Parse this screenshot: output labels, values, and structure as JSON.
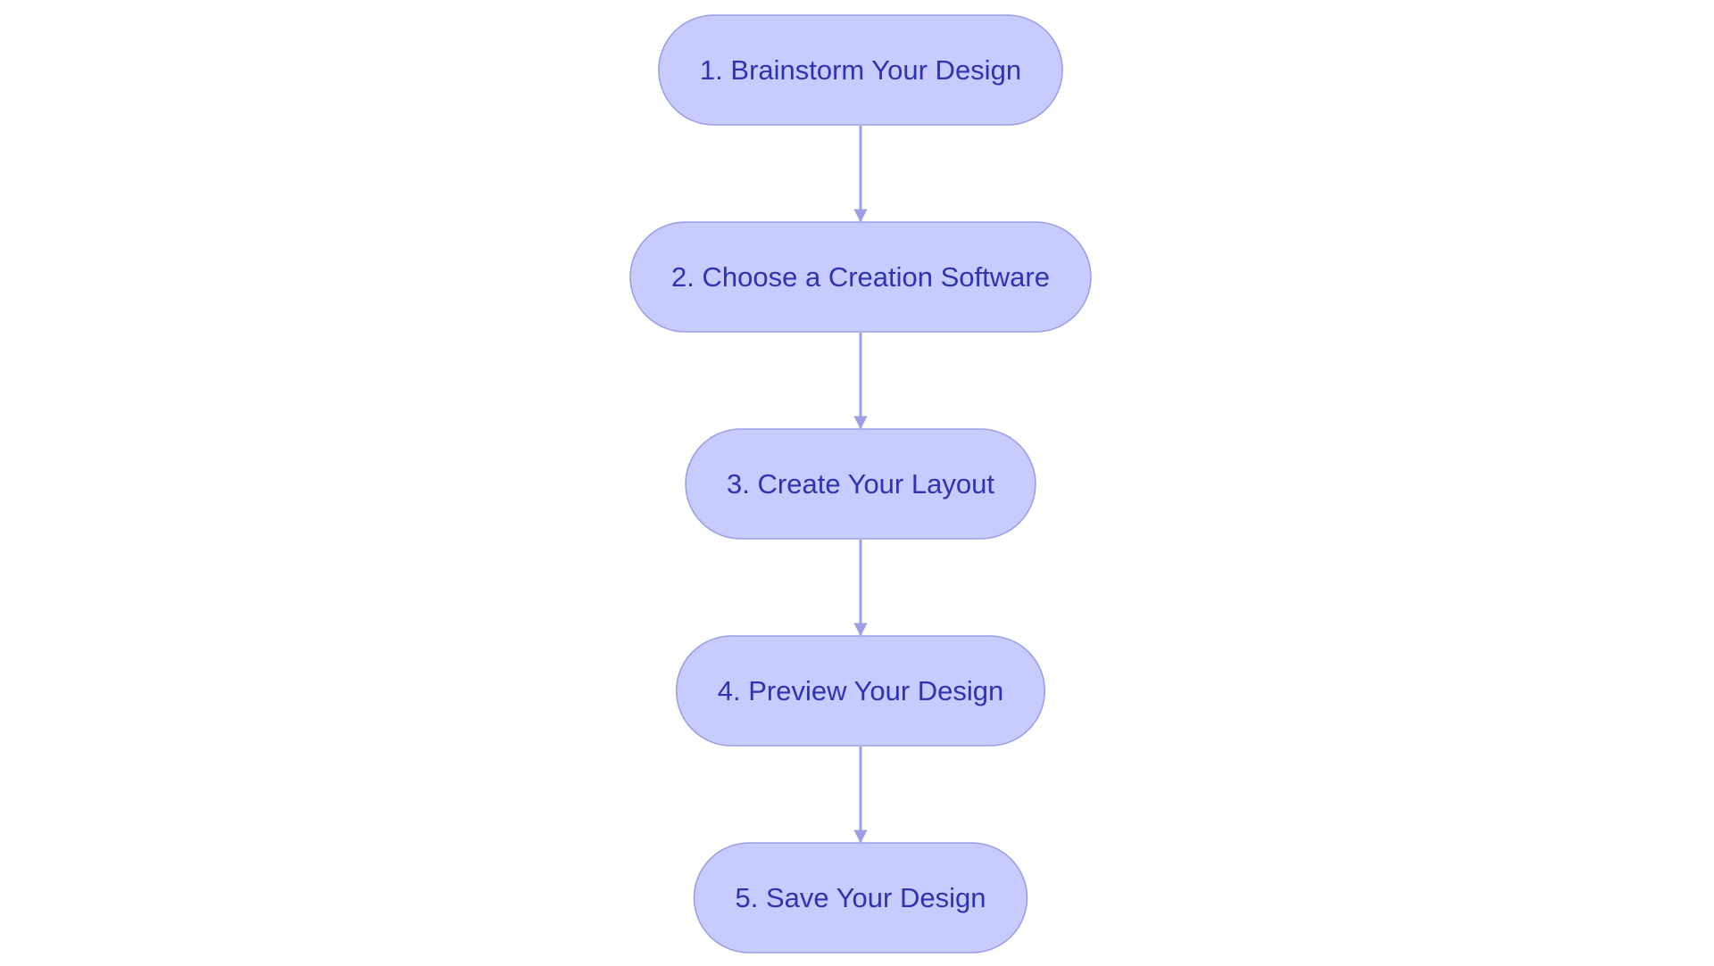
{
  "colors": {
    "node_fill": "#c8cbfd",
    "node_stroke": "#9a9fe8",
    "node_text": "#2e34b0",
    "edge": "#9a9fe8",
    "background": "#ffffff"
  },
  "nodes": [
    {
      "id": "step1",
      "label": "1. Brainstorm Your Design"
    },
    {
      "id": "step2",
      "label": "2. Choose a Creation Software"
    },
    {
      "id": "step3",
      "label": "3. Create Your Layout"
    },
    {
      "id": "step4",
      "label": "4. Preview Your Design"
    },
    {
      "id": "step5",
      "label": "5. Save Your Design"
    }
  ],
  "edges": [
    {
      "from": "step1",
      "to": "step2"
    },
    {
      "from": "step2",
      "to": "step3"
    },
    {
      "from": "step3",
      "to": "step4"
    },
    {
      "from": "step4",
      "to": "step5"
    }
  ]
}
